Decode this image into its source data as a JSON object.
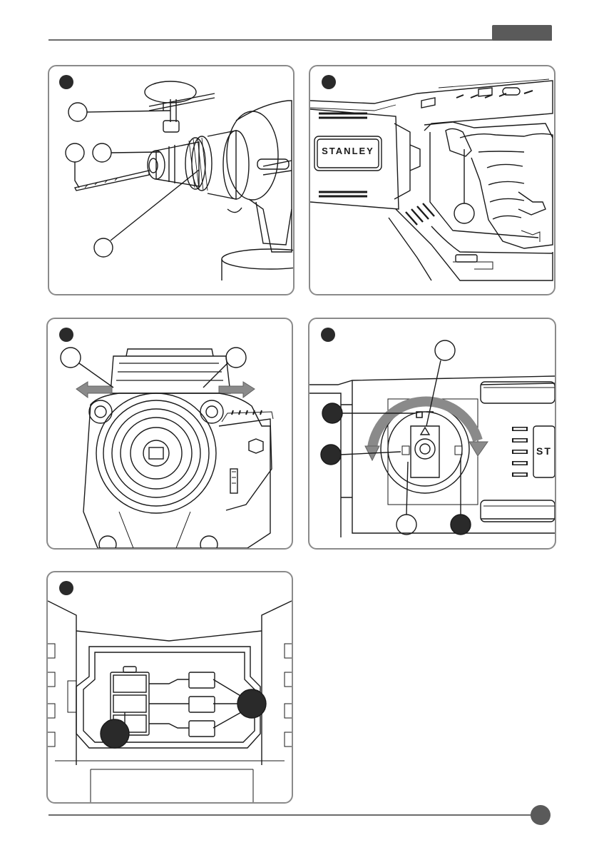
{
  "brand": {
    "logo_text": "STANLEY",
    "logo_partial": "ST"
  },
  "figures": [
    {
      "id": "A",
      "subject": "chuck-key-and-drill-bit"
    },
    {
      "id": "B",
      "subject": "trigger-grip"
    },
    {
      "id": "C",
      "subject": "side-handle-clamp"
    },
    {
      "id": "D",
      "subject": "mode-selector"
    },
    {
      "id": "E",
      "subject": "battery-indicator"
    }
  ],
  "colors": {
    "rule": "#6b6b6b",
    "tab": "#5a5a5a",
    "panel_border": "#8a8a8a",
    "line_art": "#1a1a1a",
    "callout_fill": "#2a2a2a",
    "arrow": "#808080"
  }
}
